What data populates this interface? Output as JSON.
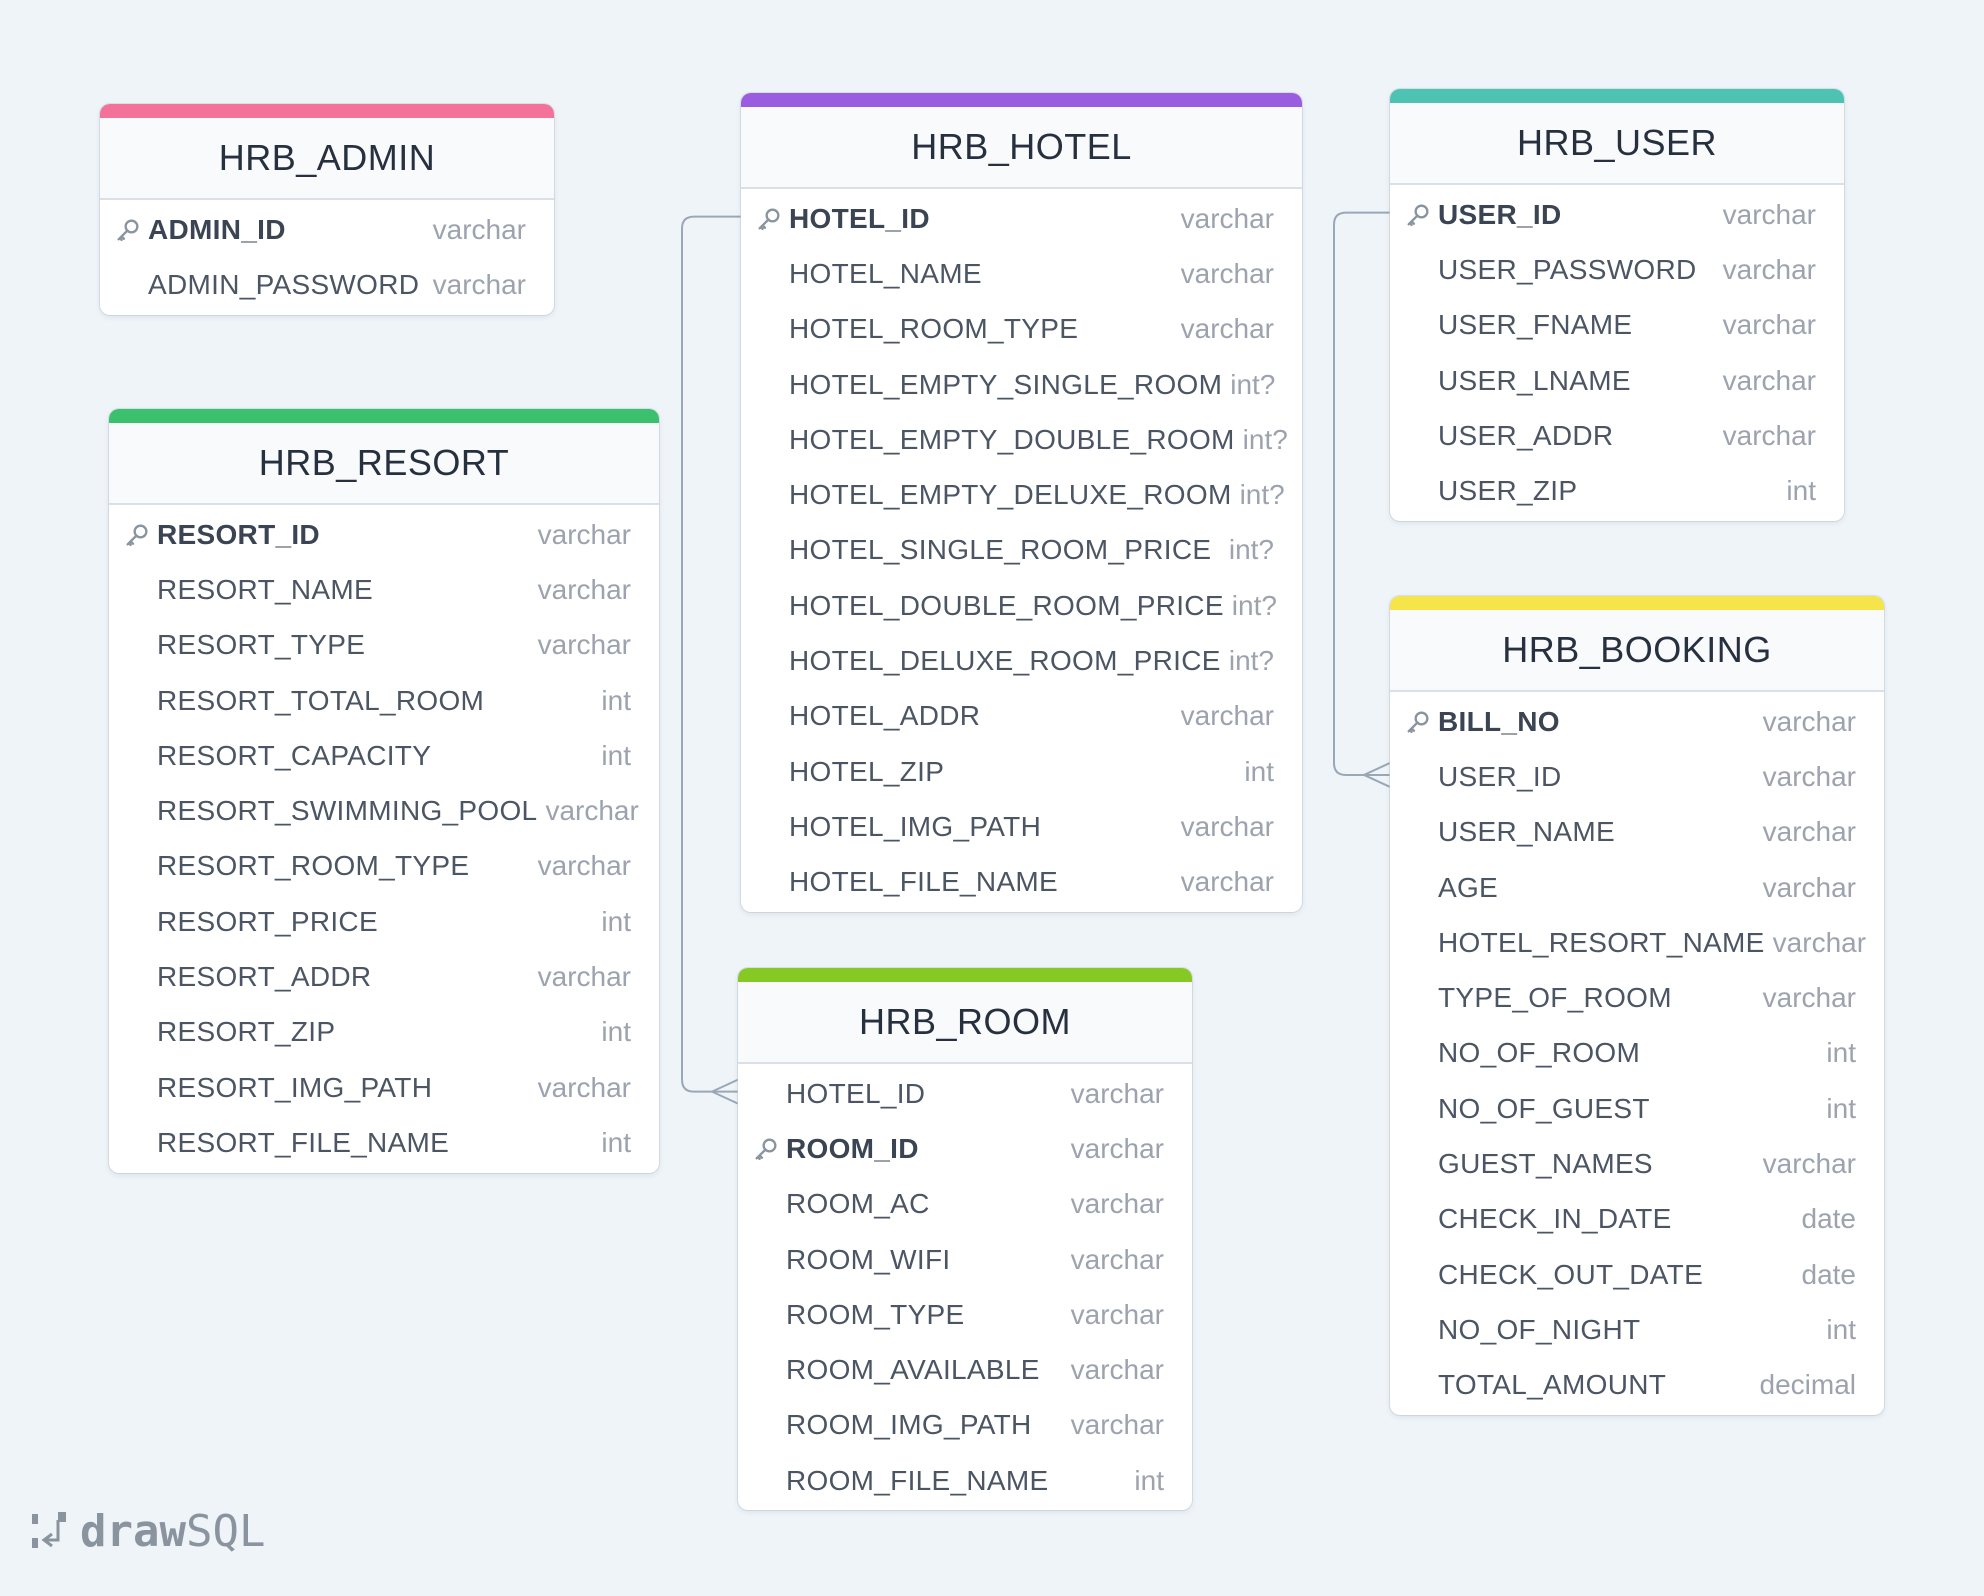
{
  "colors": {
    "background": "#eff4f8",
    "relation_line": "#9aa7b6",
    "HRB_ADMIN": "#f4729a",
    "HRB_HOTEL": "#9b5de0",
    "HRB_USER": "#4fc3b3",
    "HRB_RESORT": "#3bc06d",
    "HRB_ROOM": "#86c924",
    "HRB_BOOKING": "#f5e44a"
  },
  "tables": [
    {
      "name": "HRB_ADMIN",
      "accent": "#f4729a",
      "columns": [
        {
          "name": "ADMIN_ID",
          "type": "varchar",
          "pk": true
        },
        {
          "name": "ADMIN_PASSWORD",
          "type": "varchar",
          "pk": false
        }
      ]
    },
    {
      "name": "HRB_HOTEL",
      "accent": "#9b5de0",
      "columns": [
        {
          "name": "HOTEL_ID",
          "type": "varchar",
          "pk": true
        },
        {
          "name": "HOTEL_NAME",
          "type": "varchar",
          "pk": false
        },
        {
          "name": "HOTEL_ROOM_TYPE",
          "type": "varchar",
          "pk": false
        },
        {
          "name": "HOTEL_EMPTY_SINGLE_ROOM",
          "type": "int?",
          "pk": false
        },
        {
          "name": "HOTEL_EMPTY_DOUBLE_ROOM",
          "type": "int?",
          "pk": false
        },
        {
          "name": "HOTEL_EMPTY_DELUXE_ROOM",
          "type": "int?",
          "pk": false
        },
        {
          "name": "HOTEL_SINGLE_ROOM_PRICE",
          "type": "int?",
          "pk": false
        },
        {
          "name": "HOTEL_DOUBLE_ROOM_PRICE",
          "type": "int?",
          "pk": false
        },
        {
          "name": "HOTEL_DELUXE_ROOM_PRICE",
          "type": "int?",
          "pk": false
        },
        {
          "name": "HOTEL_ADDR",
          "type": "varchar",
          "pk": false
        },
        {
          "name": "HOTEL_ZIP",
          "type": "int",
          "pk": false
        },
        {
          "name": "HOTEL_IMG_PATH",
          "type": "varchar",
          "pk": false
        },
        {
          "name": "HOTEL_FILE_NAME",
          "type": "varchar",
          "pk": false
        }
      ]
    },
    {
      "name": "HRB_USER",
      "accent": "#4fc3b3",
      "columns": [
        {
          "name": "USER_ID",
          "type": "varchar",
          "pk": true
        },
        {
          "name": "USER_PASSWORD",
          "type": "varchar",
          "pk": false
        },
        {
          "name": "USER_FNAME",
          "type": "varchar",
          "pk": false
        },
        {
          "name": "USER_LNAME",
          "type": "varchar",
          "pk": false
        },
        {
          "name": "USER_ADDR",
          "type": "varchar",
          "pk": false
        },
        {
          "name": "USER_ZIP",
          "type": "int",
          "pk": false
        }
      ]
    },
    {
      "name": "HRB_RESORT",
      "accent": "#3bc06d",
      "columns": [
        {
          "name": "RESORT_ID",
          "type": "varchar",
          "pk": true
        },
        {
          "name": "RESORT_NAME",
          "type": "varchar",
          "pk": false
        },
        {
          "name": "RESORT_TYPE",
          "type": "varchar",
          "pk": false
        },
        {
          "name": "RESORT_TOTAL_ROOM",
          "type": "int",
          "pk": false
        },
        {
          "name": "RESORT_CAPACITY",
          "type": "int",
          "pk": false
        },
        {
          "name": "RESORT_SWIMMING_POOL",
          "type": "varchar",
          "pk": false
        },
        {
          "name": "RESORT_ROOM_TYPE",
          "type": "varchar",
          "pk": false
        },
        {
          "name": "RESORT_PRICE",
          "type": "int",
          "pk": false
        },
        {
          "name": "RESORT_ADDR",
          "type": "varchar",
          "pk": false
        },
        {
          "name": "RESORT_ZIP",
          "type": "int",
          "pk": false
        },
        {
          "name": "RESORT_IMG_PATH",
          "type": "varchar",
          "pk": false
        },
        {
          "name": "RESORT_FILE_NAME",
          "type": "int",
          "pk": false
        }
      ]
    },
    {
      "name": "HRB_ROOM",
      "accent": "#86c924",
      "columns": [
        {
          "name": "HOTEL_ID",
          "type": "varchar",
          "pk": false
        },
        {
          "name": "ROOM_ID",
          "type": "varchar",
          "pk": true
        },
        {
          "name": "ROOM_AC",
          "type": "varchar",
          "pk": false
        },
        {
          "name": "ROOM_WIFI",
          "type": "varchar",
          "pk": false
        },
        {
          "name": "ROOM_TYPE",
          "type": "varchar",
          "pk": false
        },
        {
          "name": "ROOM_AVAILABLE",
          "type": "varchar",
          "pk": false
        },
        {
          "name": "ROOM_IMG_PATH",
          "type": "varchar",
          "pk": false
        },
        {
          "name": "ROOM_FILE_NAME",
          "type": "int",
          "pk": false
        }
      ]
    },
    {
      "name": "HRB_BOOKING",
      "accent": "#f5e44a",
      "columns": [
        {
          "name": "BILL_NO",
          "type": "varchar",
          "pk": true
        },
        {
          "name": "USER_ID",
          "type": "varchar",
          "pk": false
        },
        {
          "name": "USER_NAME",
          "type": "varchar",
          "pk": false
        },
        {
          "name": "AGE",
          "type": "varchar",
          "pk": false
        },
        {
          "name": "HOTEL_RESORT_NAME",
          "type": "varchar",
          "pk": false
        },
        {
          "name": "TYPE_OF_ROOM",
          "type": "varchar",
          "pk": false
        },
        {
          "name": "NO_OF_ROOM",
          "type": "int",
          "pk": false
        },
        {
          "name": "NO_OF_GUEST",
          "type": "int",
          "pk": false
        },
        {
          "name": "GUEST_NAMES",
          "type": "varchar",
          "pk": false
        },
        {
          "name": "CHECK_IN_DATE",
          "type": "date",
          "pk": false
        },
        {
          "name": "CHECK_OUT_DATE",
          "type": "date",
          "pk": false
        },
        {
          "name": "NO_OF_NIGHT",
          "type": "int",
          "pk": false
        },
        {
          "name": "TOTAL_AMOUNT",
          "type": "decimal",
          "pk": false
        }
      ]
    }
  ],
  "relations": [
    {
      "from": "HRB_HOTEL.HOTEL_ID",
      "to": "HRB_ROOM.HOTEL_ID",
      "cardinality": "one-to-many"
    },
    {
      "from": "HRB_USER.USER_ID",
      "to": "HRB_BOOKING.USER_ID",
      "cardinality": "one-to-many"
    }
  ],
  "logo": {
    "part1": "draw",
    "part2": "SQL",
    "icon": "drawsql-logo-icon"
  }
}
